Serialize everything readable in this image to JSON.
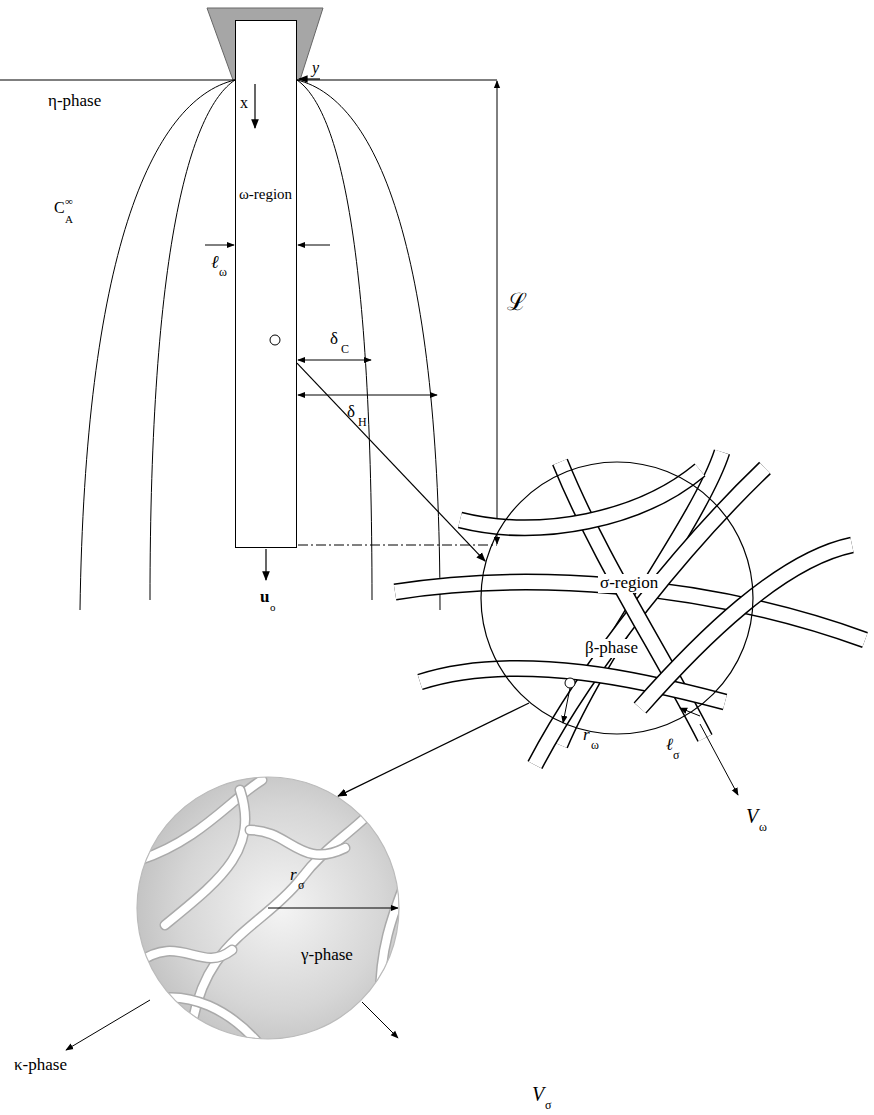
{
  "diagram": {
    "nodes": [
      {
        "text": [
          "ω-region"
        ]
      },
      {
        "text": [
          "σ-region",
          "β-phase"
        ]
      },
      {
        "text": [
          "γ-phase"
        ]
      }
    ],
    "edges": [
      {
        "from": 0,
        "to": 1,
        "arrow": "to"
      },
      {
        "from": 1,
        "to": 2,
        "arrow": "to"
      }
    ],
    "labels": [
      "x",
      "y",
      "η-phase",
      "ℓ",
      "ω",
      "δ",
      "C",
      "δ",
      "H",
      "ℒ",
      "C",
      "A",
      "∞",
      "u",
      "o",
      "r",
      "ω",
      "ℓ",
      "σ",
      "V",
      "ω",
      "r",
      "σ",
      "κ-phase",
      "V",
      "σ"
    ]
  }
}
